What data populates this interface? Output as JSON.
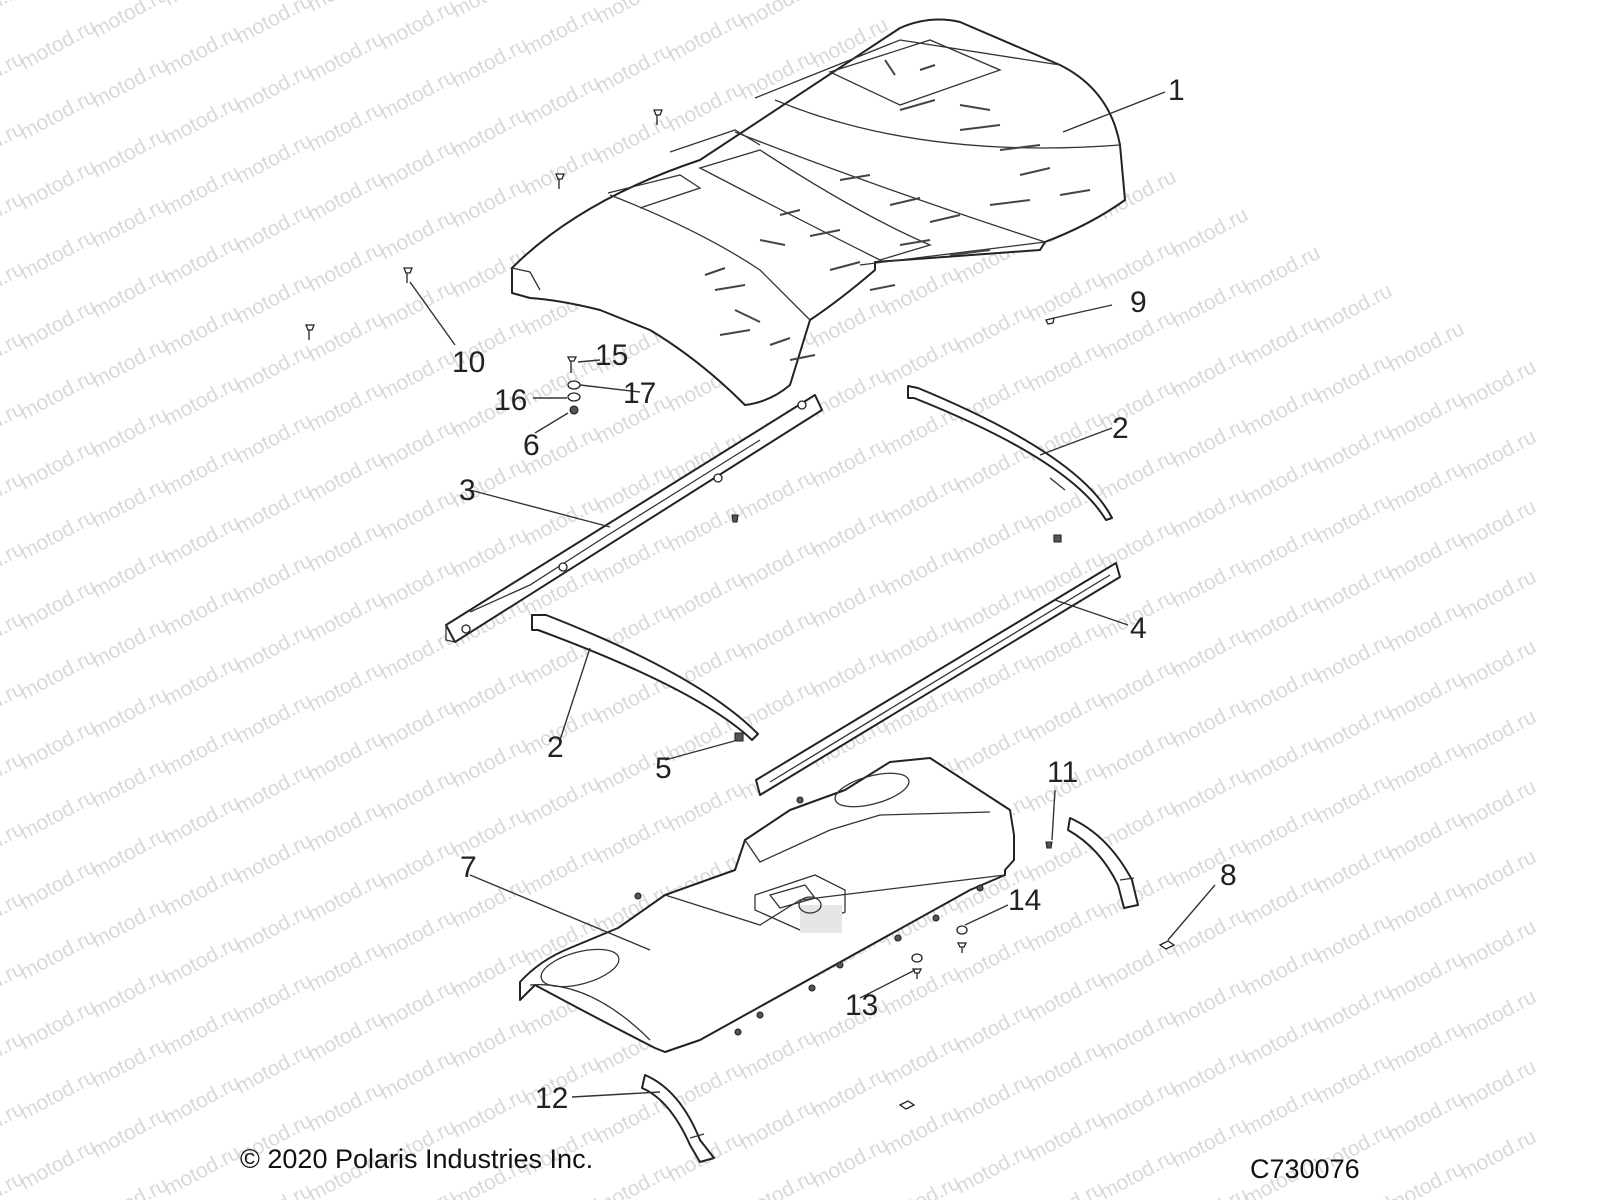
{
  "diagram": {
    "watermark_text": "motod.ru",
    "copyright": "© 2020 Polaris Industries Inc.",
    "figure_code": "C730076",
    "callouts": {
      "c1": "1",
      "c2a": "2",
      "c2b": "2",
      "c3": "3",
      "c4": "4",
      "c5": "5",
      "c6": "6",
      "c7": "7",
      "c8": "8",
      "c9": "9",
      "c10": "10",
      "c11": "11",
      "c12": "12",
      "c13": "13",
      "c14": "14",
      "c15": "15",
      "c16": "16",
      "c17": "17"
    }
  }
}
